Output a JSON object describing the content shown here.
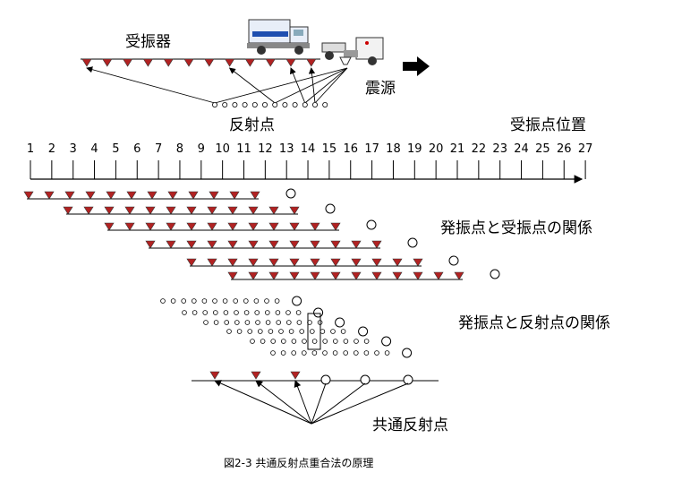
{
  "labels": {
    "receivers": "受振器",
    "source": "震源",
    "reflection_points": "反射点",
    "receiver_positions": "受振点位置",
    "shot_receiver_relation": "発振点と受振点の関係",
    "shot_reflection_relation": "発振点と反射点の関係",
    "common_reflection_point": "共通反射点",
    "caption": "図2-3 共通反射点重合法の原理"
  },
  "scale_ticks": [
    "1",
    "2",
    "3",
    "4",
    "5",
    "6",
    "7",
    "8",
    "9",
    "10",
    "11",
    "12",
    "13",
    "14",
    "15",
    "16",
    "17",
    "18",
    "19",
    "20",
    "21",
    "22",
    "23",
    "24",
    "25",
    "26",
    "27"
  ],
  "colors": {
    "receiver_fill": "#b22222",
    "line": "#000000",
    "truck_body": "#1f4fb0"
  },
  "icons": [
    "truck-icon",
    "vibrator-truck-icon",
    "direction-arrow-icon"
  ]
}
